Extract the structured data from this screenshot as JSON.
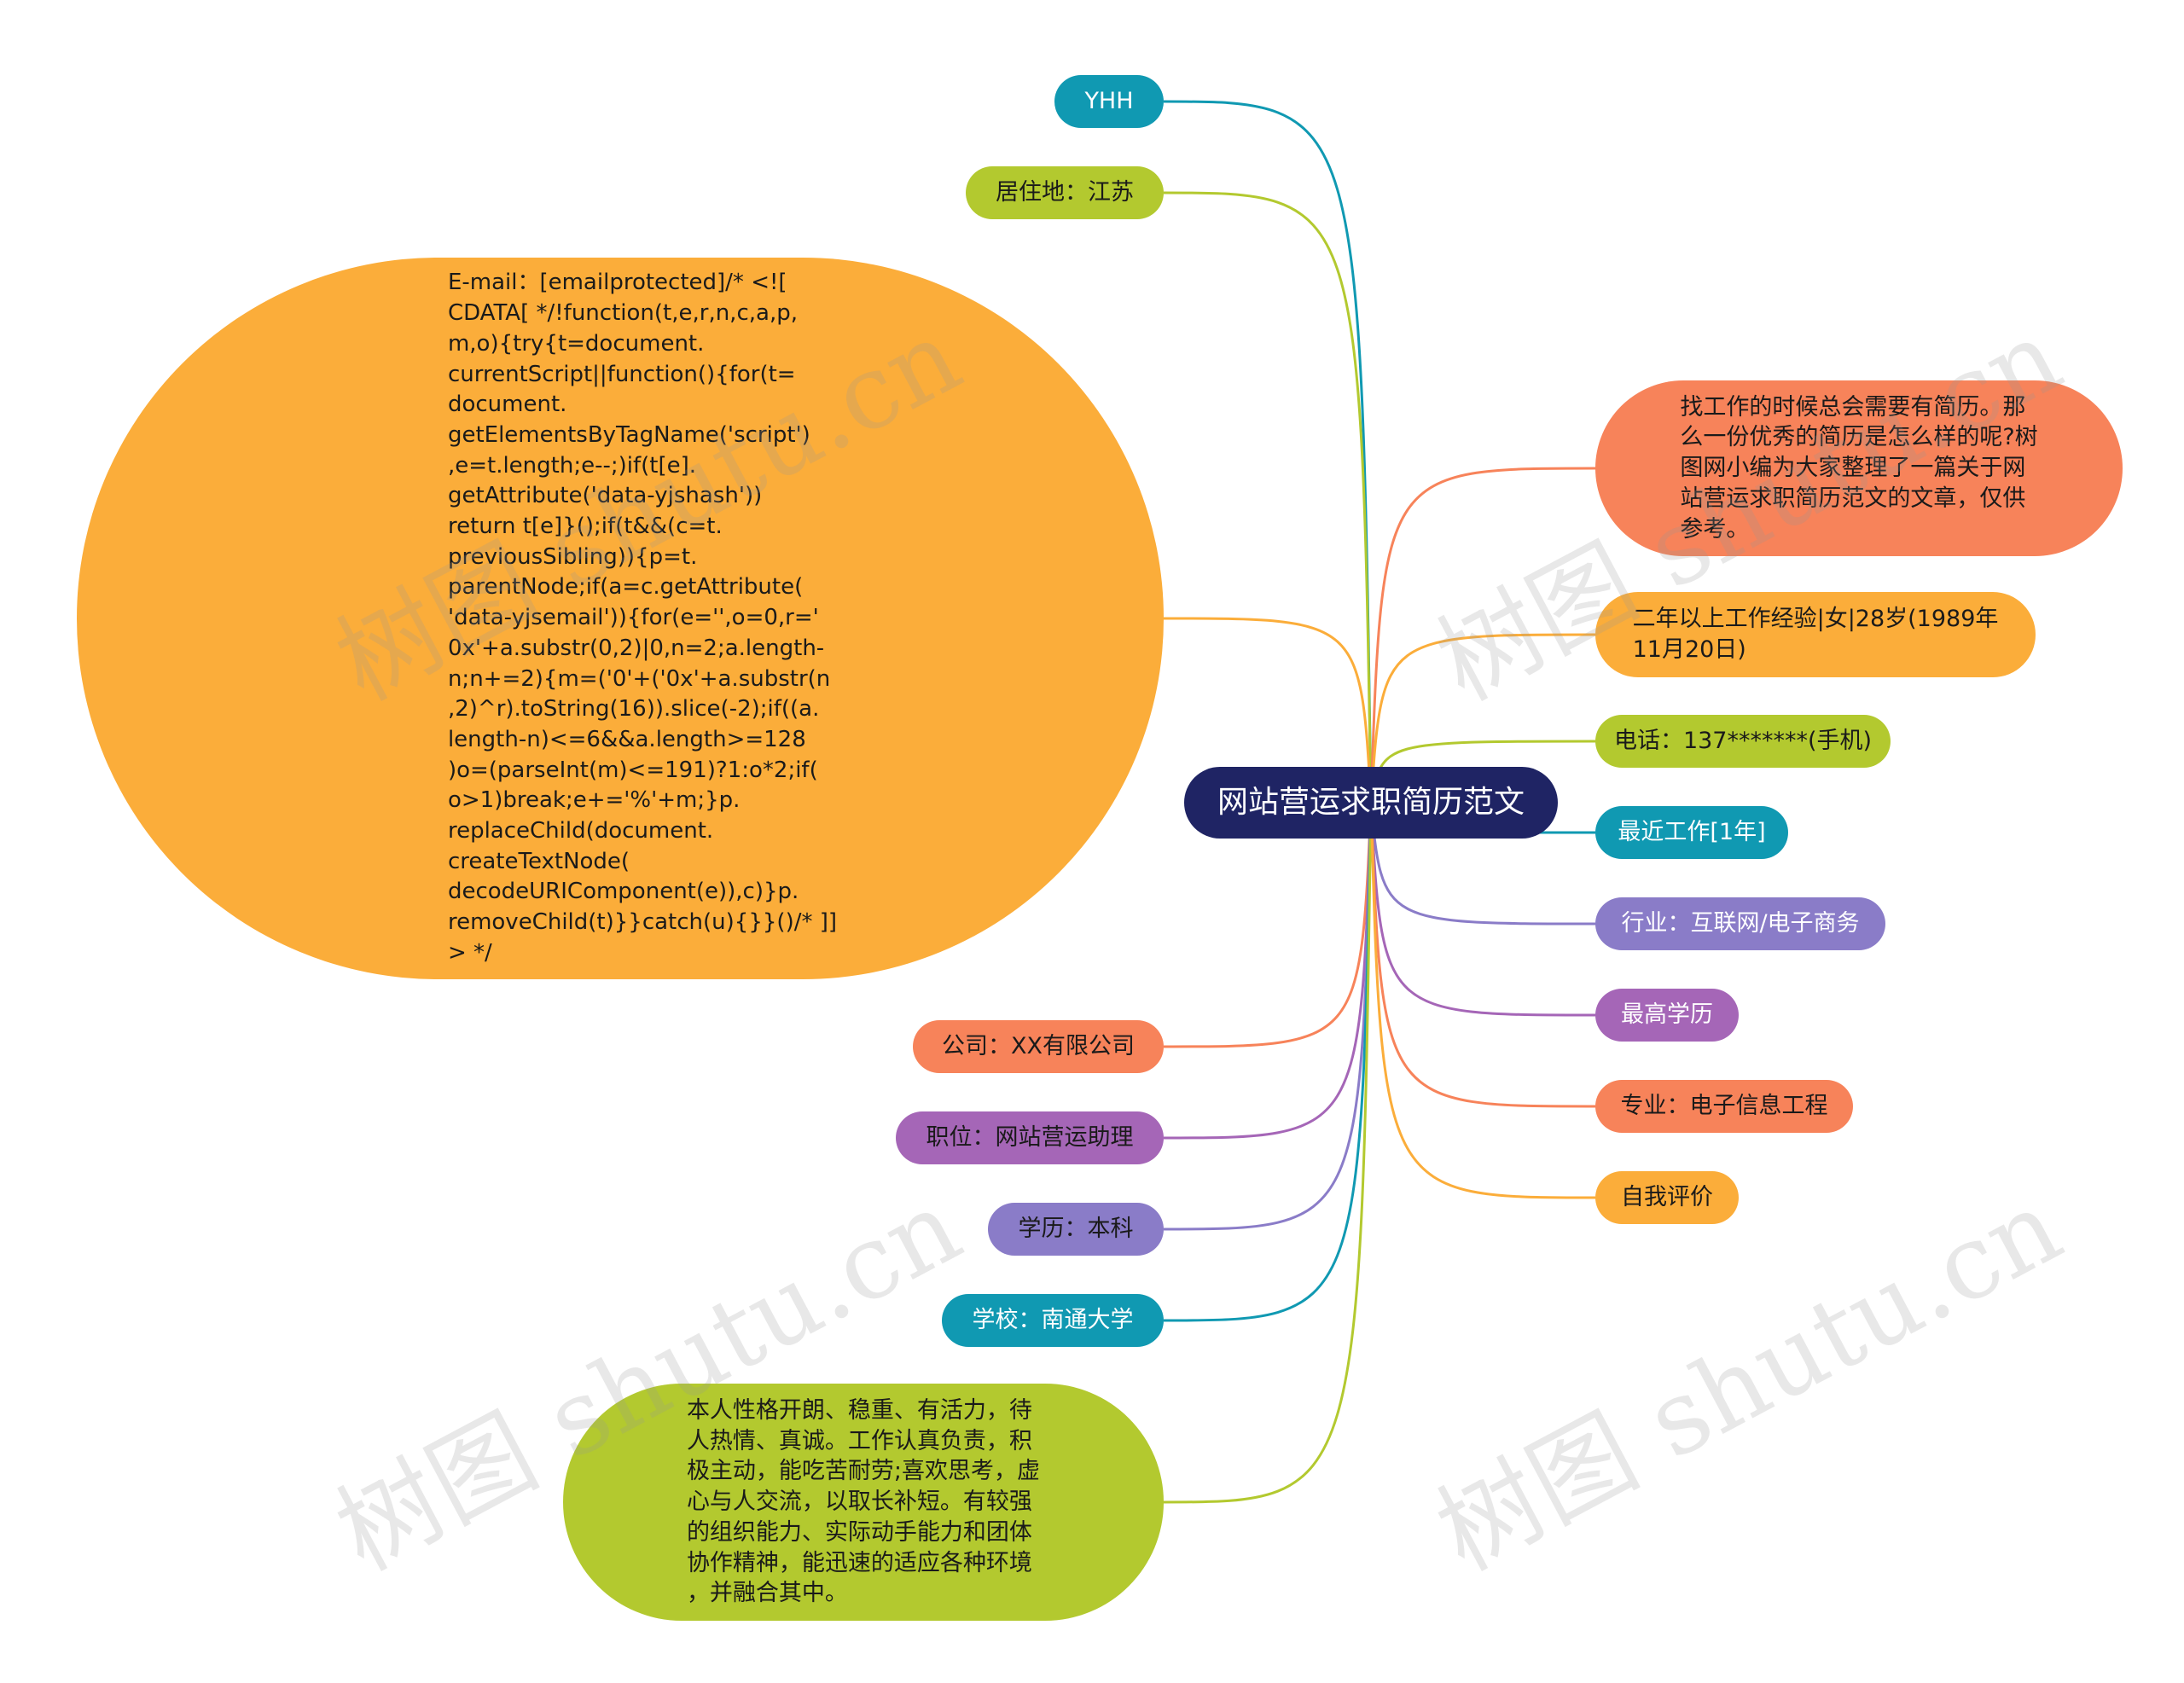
{
  "root": {
    "label": "网站营运求职简历范文",
    "color": "#1f2464"
  },
  "nodes": [
    {
      "id": "yhh",
      "label": "YHH",
      "color": "#1099b2",
      "text_color": "#ffffff"
    },
    {
      "id": "residence",
      "label": "居住地：江苏",
      "color": "#b3c92f"
    },
    {
      "id": "email",
      "label": "E-mail：[emailprotected]/* <![\nCDATA[ */!function(t,e,r,n,c,a,p,\nm,o){try{t=document.\ncurrentScript||function(){for(t=\ndocument.\ngetElementsByTagName('script')\n,e=t.length;e--;)if(t[e].\ngetAttribute('data-yjshash'))\nreturn t[e]}();if(t&&(c=t.\npreviousSibling)){p=t.\nparentNode;if(a=c.getAttribute(\n'data-yjsemail')){for(e='',o=0,r='\n0x'+a.substr(0,2)|0,n=2;a.length-\nn;n+=2){m=('0'+('0x'+a.substr(n\n,2)^r).toString(16)).slice(-2);if((a.\nlength-n)<=6&&a.length>=128\n)o=(parseInt(m)<=191)?1:o*2;if(\no>1)break;e+='%'+m;}p.\nreplaceChild(document.\ncreateTextNode(\ndecodeURIComponent(e)),c)}p.\nremoveChild(t)}}catch(u){}}()/* ]]\n> */",
      "color": "#fbad3a"
    },
    {
      "id": "company",
      "label": "公司：XX有限公司",
      "color": "#f7835a"
    },
    {
      "id": "position",
      "label": "职位：网站营运助理",
      "color": "#a566b7"
    },
    {
      "id": "education",
      "label": "学历：本科",
      "color": "#8a7cc8"
    },
    {
      "id": "school",
      "label": "学校：南通大学",
      "color": "#1099b2",
      "text_color": "#ffffff"
    },
    {
      "id": "self_desc",
      "label": "本人性格开朗、稳重、有活力，待\n人热情、真诚。工作认真负责，积\n极主动，能吃苦耐劳;喜欢思考，虚\n心与人交流，以取长补短。有较强\n的组织能力、实际动手能力和团体\n协作精神，能迅速的适应各种环境\n，并融合其中。",
      "color": "#b3c92f"
    },
    {
      "id": "intro",
      "label": "找工作的时候总会需要有简历。那\n么一份优秀的简历是怎么样的呢?树\n图网小编为大家整理了一篇关于网\n站营运求职简历范文的文章，仅供\n参考。",
      "color": "#f7835a"
    },
    {
      "id": "experience",
      "label": "二年以上工作经验|女|28岁(1989年\n11月20日)",
      "color": "#fbad3a"
    },
    {
      "id": "phone",
      "label": "电话：137*******(手机)",
      "color": "#b3c92f"
    },
    {
      "id": "recent_job",
      "label": "最近工作[1年]",
      "color": "#1099b2",
      "text_color": "#ffffff"
    },
    {
      "id": "industry",
      "label": "行业：互联网/电子商务",
      "color": "#8a7cc8",
      "text_color": "#ffffff"
    },
    {
      "id": "highest_edu",
      "label": "最高学历",
      "color": "#a566b7",
      "text_color": "#ffffff"
    },
    {
      "id": "major",
      "label": "专业：电子信息工程",
      "color": "#f7835a"
    },
    {
      "id": "self_eval",
      "label": "自我评价",
      "color": "#fbad3a"
    }
  ],
  "watermark": "树图 shutu.cn"
}
